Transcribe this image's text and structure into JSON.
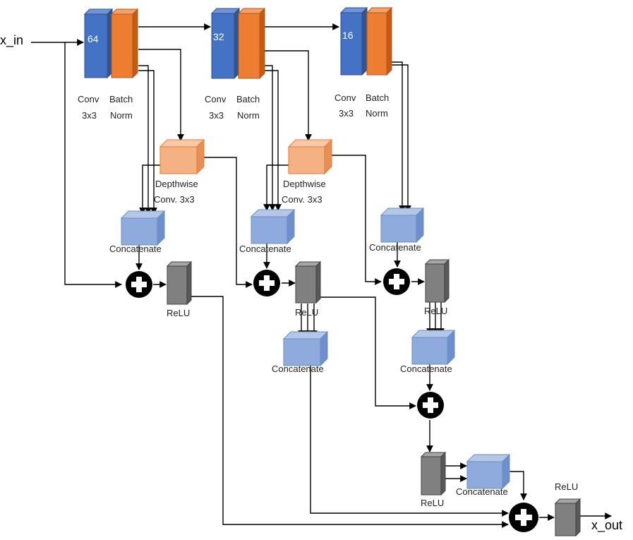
{
  "io": {
    "input": "x_in",
    "output": "x_out"
  },
  "stages": [
    {
      "filters": "64",
      "conv_label": [
        "Conv",
        "3x3"
      ],
      "bn_label": [
        "Batch",
        "Norm"
      ]
    },
    {
      "filters": "32",
      "conv_label": [
        "Conv",
        "3x3"
      ],
      "bn_label": [
        "Batch",
        "Norm"
      ]
    },
    {
      "filters": "16",
      "conv_label": [
        "Conv",
        "3x3"
      ],
      "bn_label": [
        "Batch",
        "Norm"
      ]
    }
  ],
  "depthwise_label": [
    "Depthwise",
    "Conv. 3x3"
  ],
  "concat_label": "Concatenate",
  "relu_label": "ReLU",
  "colors": {
    "conv": "#4472c4",
    "batch_norm": "#ed7d31",
    "depthwise": "#f4b183",
    "concat": "#8faadc",
    "relu": "#808080",
    "add": "#000000"
  }
}
